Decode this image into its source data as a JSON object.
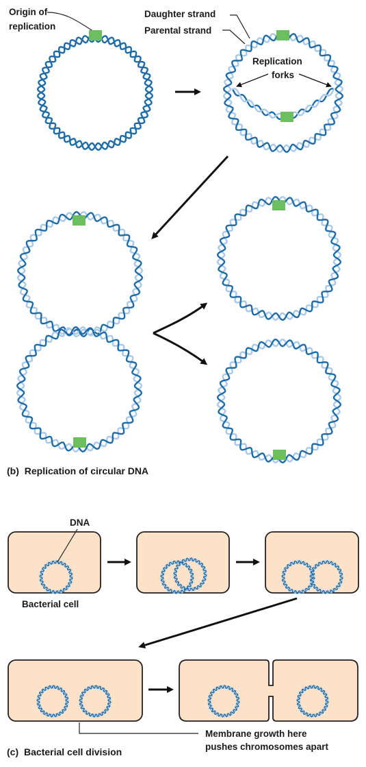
{
  "labels": {
    "origin_line1": "Origin of",
    "origin_line2": "replication",
    "daughter_strand": "Daughter strand",
    "parental_strand": "Parental strand",
    "forks_line1": "Replication",
    "forks_line2": "forks",
    "dna": "DNA",
    "bacterial_cell": "Bacterial cell",
    "membrane_line1": "Membrane growth here",
    "membrane_line2": "pushes chromosomes apart"
  },
  "captions": {
    "b_letter": "(b)",
    "b_text": "Replication of circular DNA",
    "c_letter": "(c)",
    "c_text": "Bacterial cell division"
  },
  "colors": {
    "parental_strand": "#1d6ca8",
    "daughter_strand": "#a9c8ea",
    "origin_box": "#6cbf5f",
    "cell_fill": "#fbe2c8",
    "outline": "#231f20"
  }
}
